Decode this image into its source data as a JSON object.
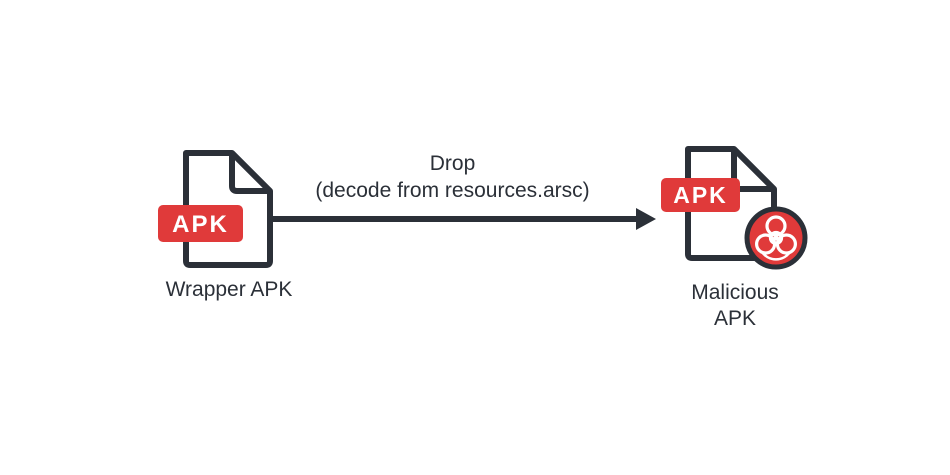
{
  "nodes": {
    "source": {
      "badge": "APK",
      "label": "Wrapper APK"
    },
    "target": {
      "badge": "APK",
      "label_line1": "Malicious",
      "label_line2": "APK",
      "icon": "biohazard-icon"
    }
  },
  "edge": {
    "label_line1": "Drop",
    "label_line2": "(decode from resources.arsc)"
  },
  "colors": {
    "outline": "#2b3038",
    "badge": "#e03a3a",
    "badge_text": "#ffffff",
    "background": "#ffffff"
  }
}
